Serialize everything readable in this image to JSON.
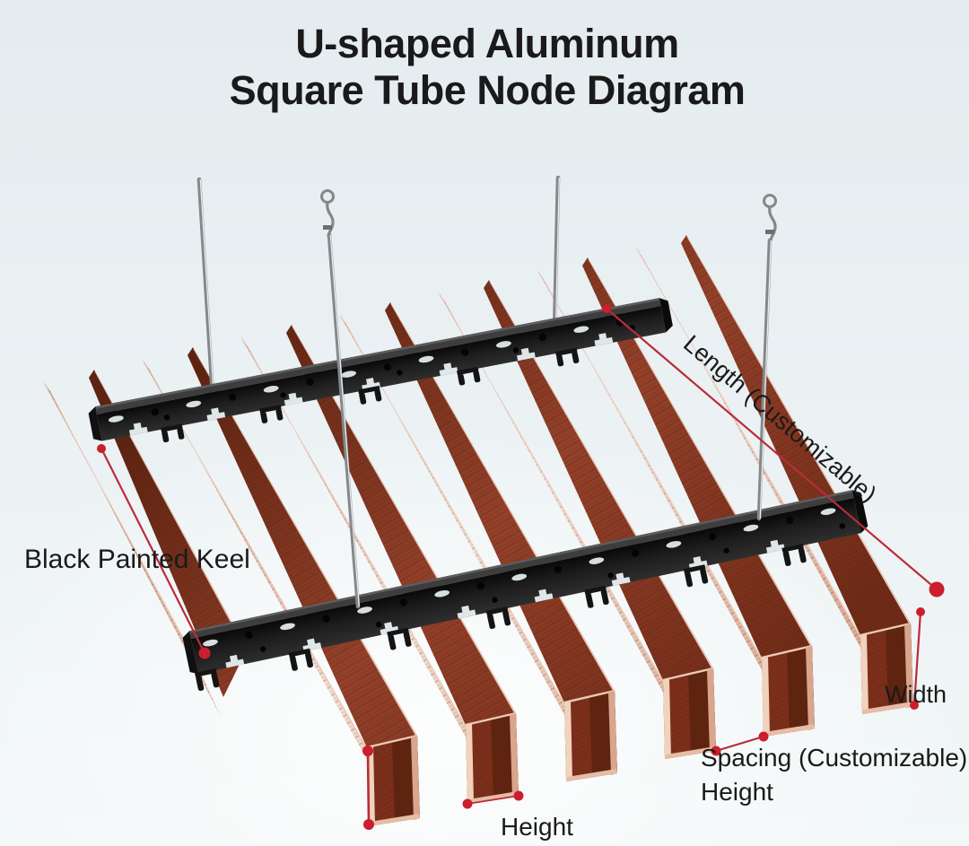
{
  "title": {
    "line1": "U-shaped Aluminum",
    "line2": "Square Tube Node Diagram"
  },
  "annotations": {
    "keel_label": "Black Painted Keel",
    "length_label": "Length (Customizable)",
    "width_label": "Width",
    "spacing_label": "Spacing (Customizable)",
    "spacing_height_label": "Height",
    "height_label": "Height"
  },
  "colors": {
    "background_top": "#e4ecef",
    "background_bottom": "#f4f9f9",
    "dimension_red": "#b92c3a",
    "dimension_dot": "#cb1e2e",
    "keel_black": "#171717",
    "keel_flange": "#3d3d3d",
    "hole_light": "#e8f0f2",
    "tube_wood_dark": "#7c2f1b",
    "tube_wood_mid": "#a64a31",
    "tube_wood_light": "#ecc9b6",
    "rod_gray": "#84888a",
    "text_color": "#1a1a1a"
  }
}
